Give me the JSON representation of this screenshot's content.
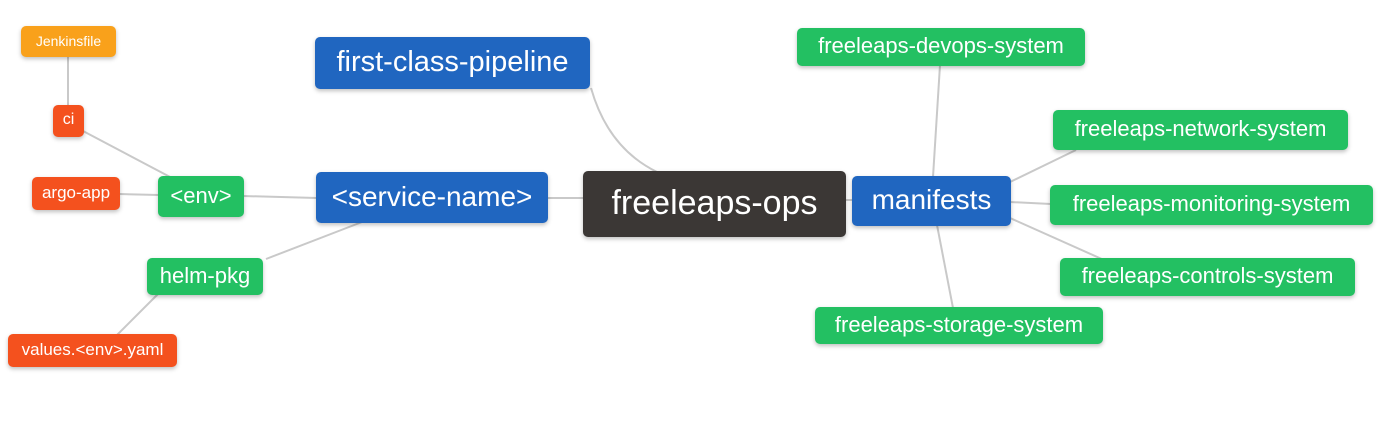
{
  "diagram": {
    "type": "mindmap",
    "root_label": "freeleaps-ops",
    "palette": {
      "blue": "#2066c0",
      "green": "#23c062",
      "orange": "#f9a11b",
      "red": "#f4511e",
      "dark": "#3b3735",
      "edge": "#c9c9c9",
      "text": "#ffffff",
      "background": "#ffffff"
    },
    "nodes": {
      "jenkinsfile": {
        "label": "Jenkinsfile",
        "color": "#f9a11b"
      },
      "ci": {
        "label": "ci",
        "color": "#f4511e"
      },
      "argo_app": {
        "label": "argo-app",
        "color": "#f4511e"
      },
      "env": {
        "label": "<env>",
        "color": "#23c062"
      },
      "helm_pkg": {
        "label": "helm-pkg",
        "color": "#23c062"
      },
      "values_env_yaml": {
        "label": "values.<env>.yaml",
        "color": "#f4511e"
      },
      "first_class_pipeline": {
        "label": "first-class-pipeline",
        "color": "#2066c0"
      },
      "service_name": {
        "label": "<service-name>",
        "color": "#2066c0"
      },
      "freeleaps_ops": {
        "label": "freeleaps-ops",
        "color": "#3b3735"
      },
      "manifests": {
        "label": "manifests",
        "color": "#2066c0"
      },
      "devops_system": {
        "label": "freeleaps-devops-system",
        "color": "#23c062"
      },
      "network_system": {
        "label": "freeleaps-network-system",
        "color": "#23c062"
      },
      "monitoring_system": {
        "label": "freeleaps-monitoring-system",
        "color": "#23c062"
      },
      "controls_system": {
        "label": "freeleaps-controls-system",
        "color": "#23c062"
      },
      "storage_system": {
        "label": "freeleaps-storage-system",
        "color": "#23c062"
      }
    },
    "connections": [
      "Jenkinsfile - ci",
      "ci - <env>",
      "argo-app - <env>",
      "<env> - <service-name>",
      "helm-pkg - <service-name>",
      "values.<env>.yaml - helm-pkg",
      "first-class-pipeline - freeleaps-ops",
      "<service-name> - freeleaps-ops",
      "freeleaps-ops - manifests",
      "manifests - freeleaps-devops-system",
      "manifests - freeleaps-network-system",
      "manifests - freeleaps-monitoring-system",
      "manifests - freeleaps-controls-system",
      "manifests - freeleaps-storage-system"
    ]
  }
}
